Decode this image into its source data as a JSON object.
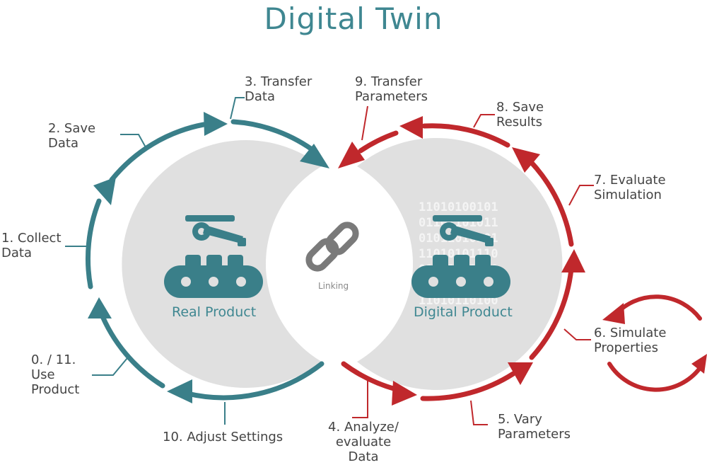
{
  "title": "Digital Twin",
  "real_product": "Real Product",
  "digital_product": "Digital Product",
  "linking": "Linking",
  "binary": [
    "11010100101",
    "01101101011",
    "01011010101",
    "11010101110",
    "01101011010",
    "01011010101",
    "11010110100"
  ],
  "steps": {
    "s0": [
      "0. / 11.",
      "Use",
      "Product"
    ],
    "s1": [
      "1. Collect",
      "Data"
    ],
    "s2": [
      "2. Save",
      "Data"
    ],
    "s3": [
      "3. Transfer",
      "Data"
    ],
    "s4": [
      "4. Analyze/",
      "evaluate",
      "Data"
    ],
    "s5": [
      "5. Vary",
      "Parameters"
    ],
    "s6": [
      "6. Simulate",
      "Properties"
    ],
    "s7": [
      "7. Evaluate",
      "Simulation"
    ],
    "s8": [
      "8. Save",
      "Results"
    ],
    "s9": [
      "9. Transfer",
      "Parameters"
    ],
    "s10": [
      "10. Adjust Settings"
    ]
  },
  "colors": {
    "teal": "#3a7f89",
    "red": "#c0282c",
    "disc": "#e0e0e0",
    "text": "#444444"
  },
  "icons": [
    "factory-robot-icon",
    "chain-link-icon"
  ]
}
